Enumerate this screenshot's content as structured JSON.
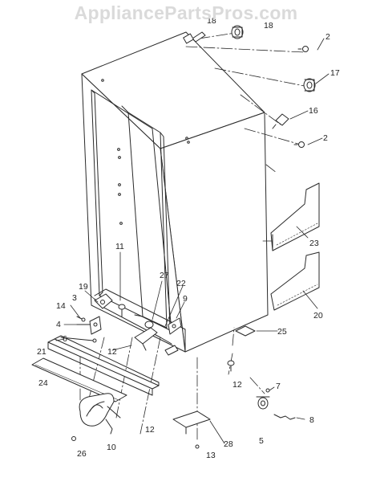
{
  "watermark": "AppliancePartsPros.com",
  "colors": {
    "line": "#2a2a2a",
    "fill": "#ffffff",
    "hatch": "#555555",
    "watermark": "#dadada"
  },
  "callouts": {
    "c18a": "18",
    "c18b": "18",
    "c2a": "2",
    "c17": "17",
    "c16": "16",
    "c2b": "2",
    "c23": "23",
    "c20": "20",
    "c11": "11",
    "c27": "27",
    "c22": "22",
    "c9": "9",
    "c19": "19",
    "c3": "3",
    "c14": "14",
    "c4": "4",
    "c6": "6",
    "c21": "21",
    "c25": "25",
    "c12a": "12",
    "c12b": "12",
    "c12c": "12",
    "c24": "24",
    "c7": "7",
    "c28": "28",
    "c8": "8",
    "c5": "5",
    "c10": "10",
    "c26": "26",
    "c13": "13"
  }
}
